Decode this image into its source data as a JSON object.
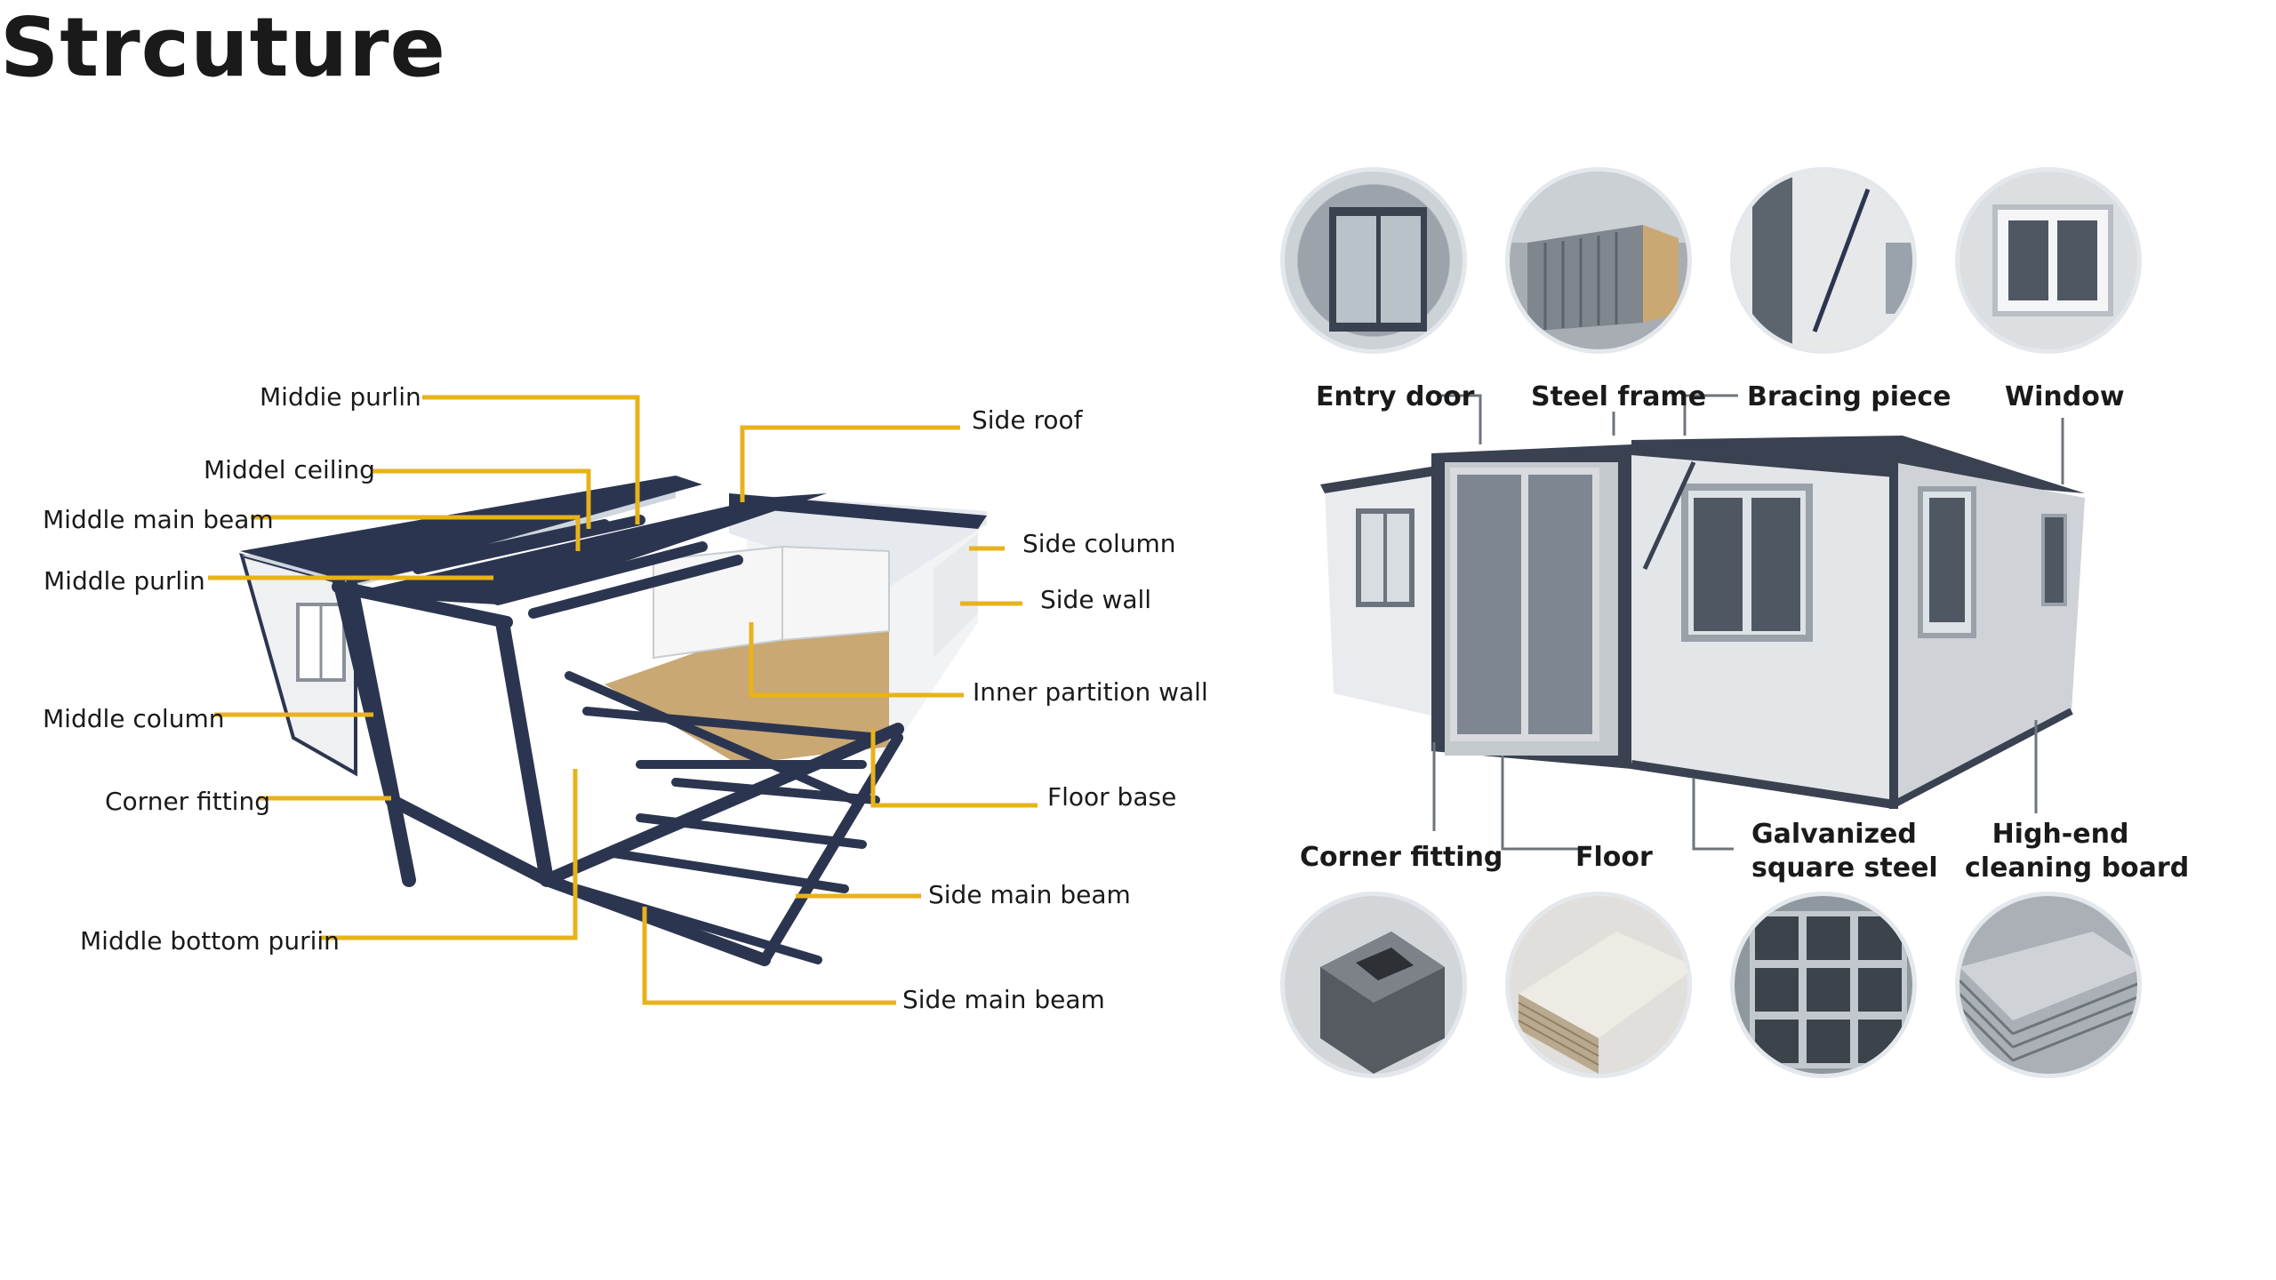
{
  "left": {
    "title": "Strcuture",
    "labels": {
      "middie_purlin": "Middie purlin",
      "middel_ceiling": "Middel ceiling",
      "middle_main_beam": "Middle main beam",
      "middle_purlin": "Middle purlin",
      "middle_column": "Middle column",
      "corner_fitting": "Corner fitting",
      "middle_bottom_puriin": "Middle bottom puriin",
      "side_roof": "Side roof",
      "side_column": "Side column",
      "side_wall": "Side wall",
      "inner_partition_wall": "Inner partition wall",
      "floor_base": "Floor base",
      "side_main_beam_1": "Side main beam",
      "side_main_beam_2": "Side main beam"
    }
  },
  "right": {
    "top_labels": {
      "entry_door": "Entry door",
      "steel_frame": "Steel frame",
      "bracing_piece": "Bracing piece",
      "window": "Window"
    },
    "bottom_labels": {
      "corner_fitting": "Corner fitting",
      "floor": "Floor",
      "galvanized_1": "Galvanized",
      "galvanized_2": "square steel",
      "cleaning_1": "High-end",
      "cleaning_2": "cleaning board"
    }
  },
  "colors": {
    "leader_line": "#e8b21a",
    "frame_navy": "#2c3550",
    "panel_white": "#f2f3f4",
    "floor_wood": "#c9a873"
  }
}
